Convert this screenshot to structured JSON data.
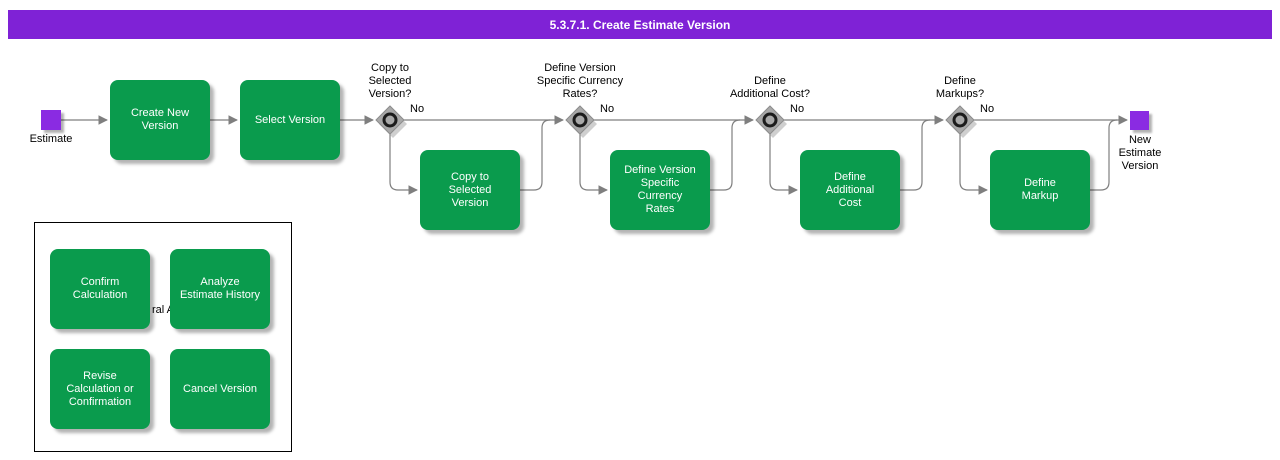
{
  "header": {
    "title": "5.3.7.1. Create Estimate Version"
  },
  "colors": {
    "header_bg": "#7f22d6",
    "task_green": "#0a9b4d",
    "event_purple": "#8a2be2",
    "connector_gray": "#7f7f7f",
    "gateway_gray": "#a9a9a9",
    "task_text": "#ffffff",
    "label_text": "#000000"
  },
  "flow": {
    "start_event": {
      "label": "Estimate"
    },
    "tasks": [
      {
        "label": "Create New\nVersion"
      },
      {
        "label": "Select Version"
      }
    ],
    "decisions": [
      {
        "question": "Copy to\nSelected\nVersion?",
        "branch_label": "No",
        "action_label": "Copy to\nSelected\nVersion"
      },
      {
        "question": "Define Version\nSpecific Currency\nRates?",
        "branch_label": "No",
        "action_label": "Define Version\nSpecific\nCurrency\nRates"
      },
      {
        "question": "Define\nAdditional Cost?",
        "branch_label": "No",
        "action_label": "Define\nAdditional\nCost"
      },
      {
        "question": "Define\nMarkups?",
        "branch_label": "No",
        "action_label": "Define\nMarkup"
      }
    ],
    "end_event": {
      "label": "New\nEstimate\nVersion"
    }
  },
  "subprocess_group": {
    "partial_text": "ral A",
    "tasks": [
      {
        "label": "Confirm\nCalculation"
      },
      {
        "label": "Analyze\nEstimate History"
      },
      {
        "label": "Revise\nCalculation or\nConfirmation"
      },
      {
        "label": "Cancel Version"
      }
    ]
  }
}
